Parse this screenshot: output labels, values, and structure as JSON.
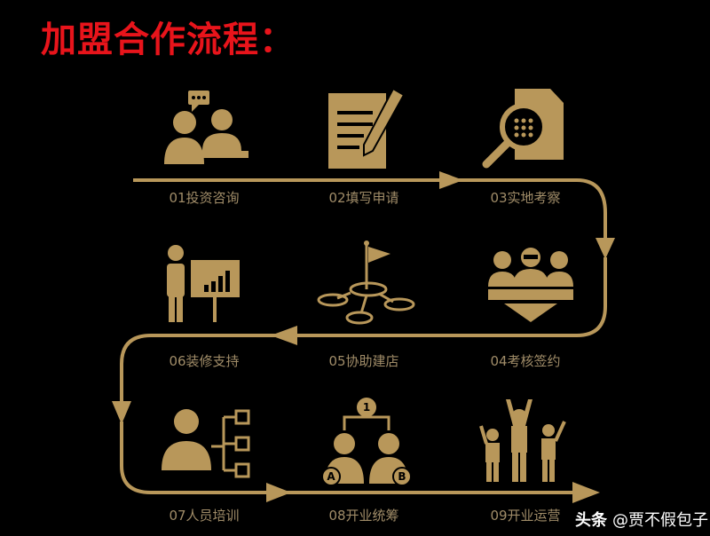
{
  "title": "加盟合作流程：",
  "colors": {
    "accent": "#b8975a",
    "title": "#e8141b",
    "label": "#a08c68",
    "background": "#000000"
  },
  "steps": [
    {
      "label": "01投资咨询",
      "icon": "consultation-icon"
    },
    {
      "label": "02填写申请",
      "icon": "application-form-icon"
    },
    {
      "label": "03实地考察",
      "icon": "inspection-magnifier-icon"
    },
    {
      "label": "04考核签约",
      "icon": "signing-meeting-icon"
    },
    {
      "label": "05协助建店",
      "icon": "store-location-flag-icon"
    },
    {
      "label": "06装修支持",
      "icon": "presentation-chart-icon"
    },
    {
      "label": "07人员培训",
      "icon": "staff-hierarchy-icon"
    },
    {
      "label": "08开业统筹",
      "icon": "team-coordination-icon"
    },
    {
      "label": "09开业运营",
      "icon": "celebrating-team-icon"
    }
  ],
  "watermark": {
    "platform": "头条",
    "author": "@贾不假包子"
  }
}
